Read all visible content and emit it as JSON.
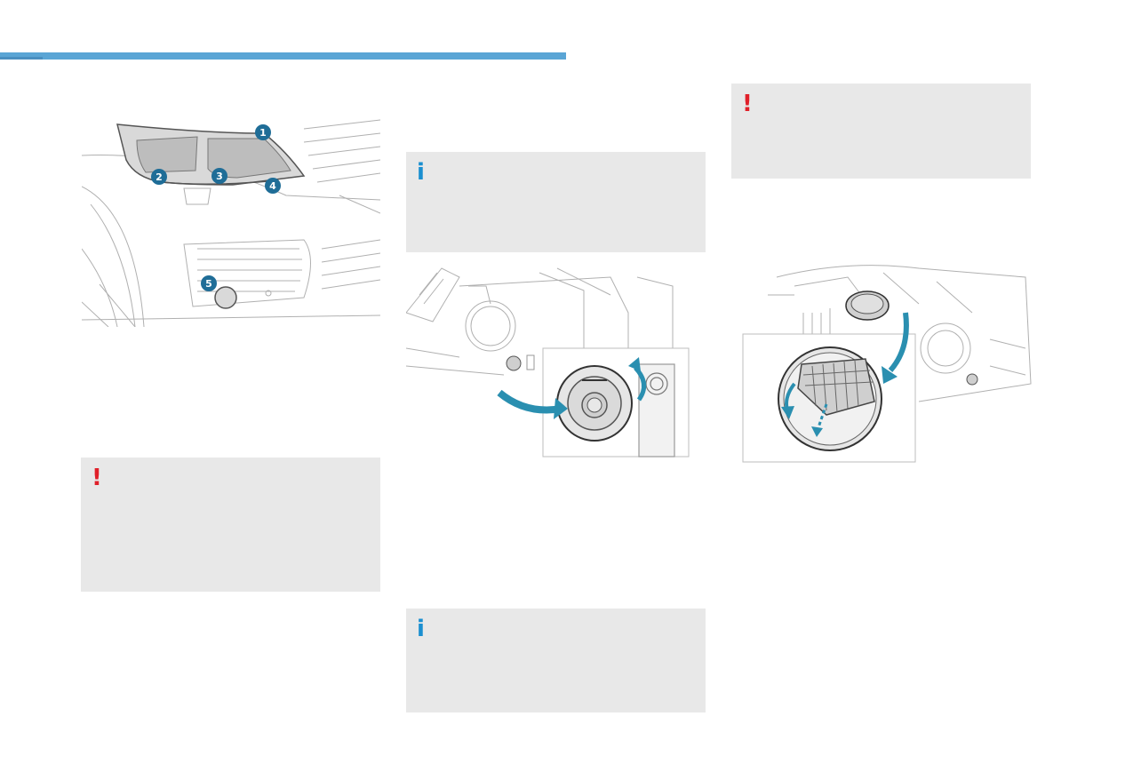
{
  "header": {
    "accent_color": "#5aa5d5"
  },
  "colors": {
    "warning": "#e0202a",
    "info": "#1a8fd0",
    "box_background": "#e8e8e8",
    "arrow": "#2a8fb0",
    "callout": "#1f6d97"
  },
  "figure_front_lamps": {
    "callouts": [
      "1",
      "2",
      "3",
      "4",
      "5"
    ]
  },
  "notes": {
    "warning_left": {
      "icon": "exclamation-icon",
      "glyph": "!"
    },
    "info_top": {
      "icon": "info-icon",
      "glyph": "i"
    },
    "info_bottom": {
      "icon": "info-icon",
      "glyph": "i"
    },
    "warning_right": {
      "icon": "exclamation-icon",
      "glyph": "!"
    }
  }
}
